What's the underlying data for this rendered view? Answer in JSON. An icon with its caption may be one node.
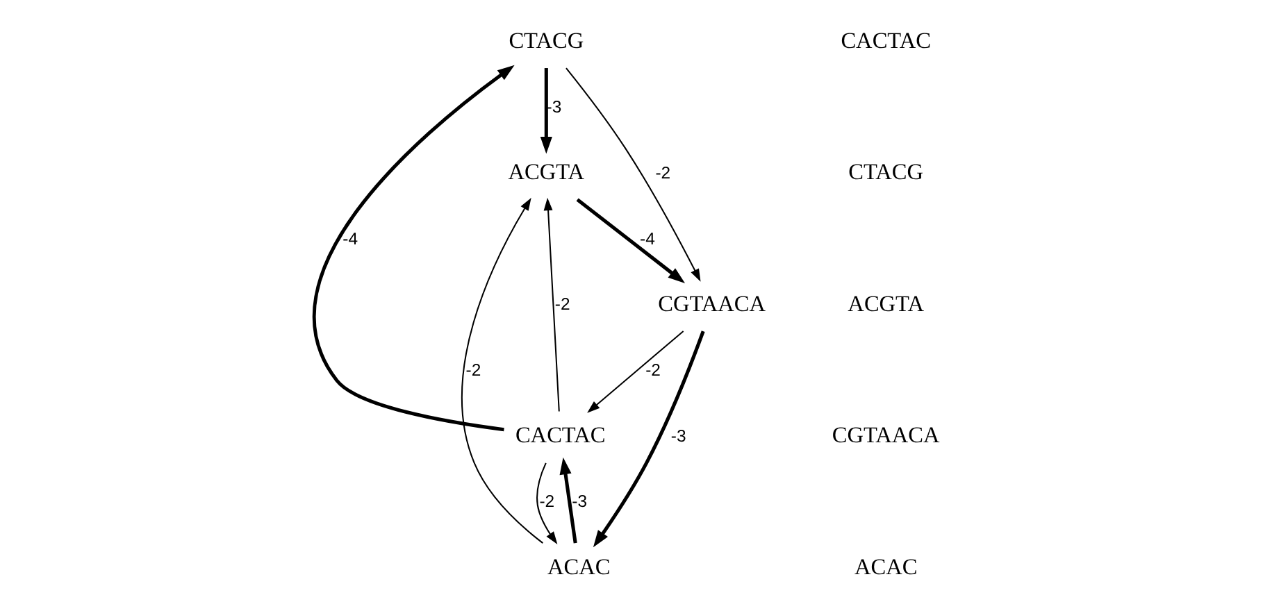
{
  "diagram": {
    "nodes": [
      {
        "text": [
          "CTACG"
        ]
      },
      {
        "text": [
          "CACTAC"
        ]
      },
      {
        "text": [
          "ACGTA"
        ]
      },
      {
        "text": [
          "ACAC"
        ]
      },
      {
        "text": [
          "CGTAACA"
        ]
      }
    ],
    "edges": [
      {
        "from": 1,
        "to": 0,
        "arrow": "to",
        "label": "-4",
        "style": "thick"
      },
      {
        "from": 0,
        "to": 2,
        "arrow": "to",
        "label": "-3",
        "style": "thick"
      },
      {
        "from": 0,
        "to": 4,
        "arrow": "to",
        "label": "-2"
      },
      {
        "from": 1,
        "to": 2,
        "arrow": "to",
        "label": "-2"
      },
      {
        "from": 2,
        "to": 4,
        "arrow": "to",
        "label": "-4",
        "style": "thick"
      },
      {
        "from": 4,
        "to": 3,
        "arrow": "to",
        "label": "-3",
        "style": "thick"
      },
      {
        "from": 3,
        "to": 1,
        "arrow": "to",
        "label": "-3",
        "style": "thick"
      },
      {
        "from": 1,
        "to": 3,
        "arrow": "to",
        "label": "-2"
      },
      {
        "from": 3,
        "to": 2,
        "arrow": "to",
        "label": "-2"
      },
      {
        "from": 4,
        "to": 1,
        "arrow": "to",
        "label": "-2"
      }
    ],
    "labels": [
      "CACTAC",
      "CTACG",
      "ACGTA",
      "CGTAACA",
      "ACAC"
    ]
  }
}
